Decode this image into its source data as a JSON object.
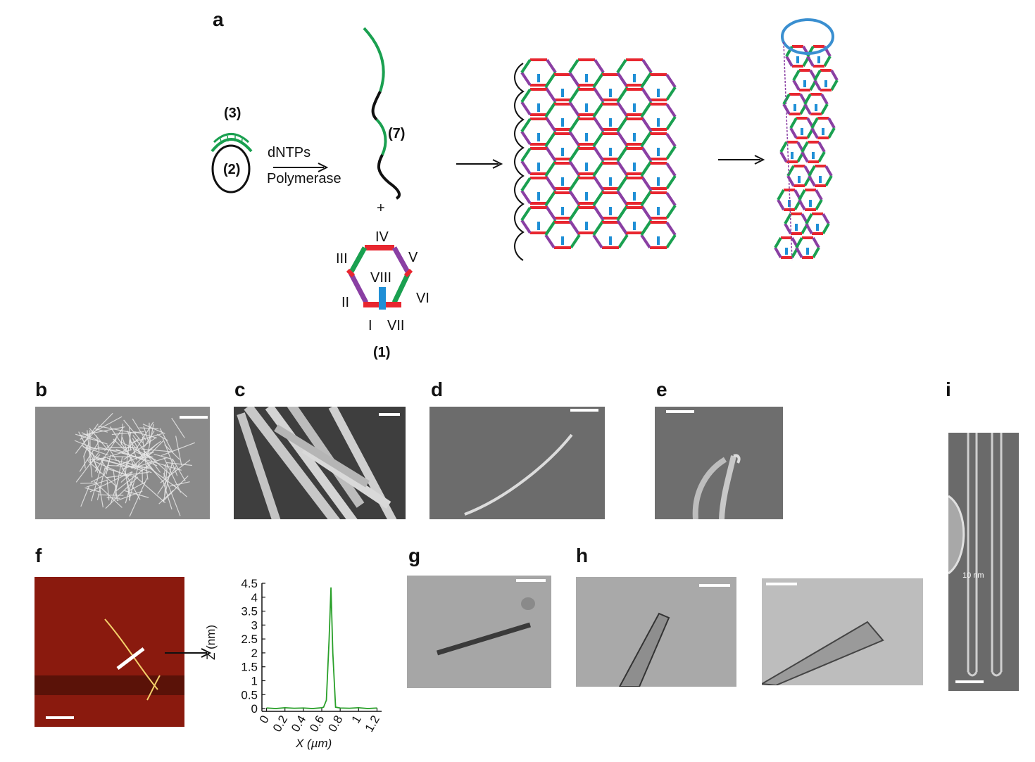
{
  "panels": {
    "a": "a",
    "b": "b",
    "c": "c",
    "d": "d",
    "e": "e",
    "f": "f",
    "g": "g",
    "h": "h",
    "i": "i"
  },
  "schematic": {
    "label_3": "(3)",
    "label_2": "(2)",
    "label_7": "(7)",
    "label_1": "(1)",
    "reagent_1": "dNTPs",
    "reagent_2": "Polymerase",
    "plus": "+",
    "hexagon_edges": [
      "IV",
      "III",
      "V",
      "VIII",
      "II",
      "VI",
      "I",
      "VII"
    ],
    "colors": {
      "red": "#e8262f",
      "green": "#1aa050",
      "purple": "#8a3fa3",
      "blue": "#1f8fd6",
      "ring": "#3a8fd0"
    }
  },
  "tem_i": {
    "scale_text": "10 nm"
  },
  "chart_data": {
    "type": "line",
    "xlabel": "X (µm)",
    "ylabel": "Z (nm)",
    "xlim": [
      -0.05,
      1.25
    ],
    "ylim": [
      -0.1,
      4.5
    ],
    "xticks": [
      "0",
      "0.2",
      "0.4",
      "0.6",
      "0.8",
      "1",
      "1.2"
    ],
    "yticks": [
      "0",
      "0.5",
      "1",
      "1.5",
      "2",
      "2.5",
      "3",
      "3.5",
      "4",
      "4.5"
    ],
    "line_color": "#2aa02a",
    "x": [
      0,
      0.1,
      0.2,
      0.3,
      0.4,
      0.5,
      0.6,
      0.62,
      0.65,
      0.68,
      0.7,
      0.72,
      0.75,
      0.8,
      0.9,
      1.0,
      1.1,
      1.2
    ],
    "y": [
      0.02,
      0.0,
      0.03,
      0.01,
      0.02,
      0.0,
      0.03,
      0.05,
      0.3,
      2.5,
      4.35,
      2.0,
      0.05,
      0.02,
      0.01,
      0.03,
      0.0,
      0.02
    ]
  }
}
